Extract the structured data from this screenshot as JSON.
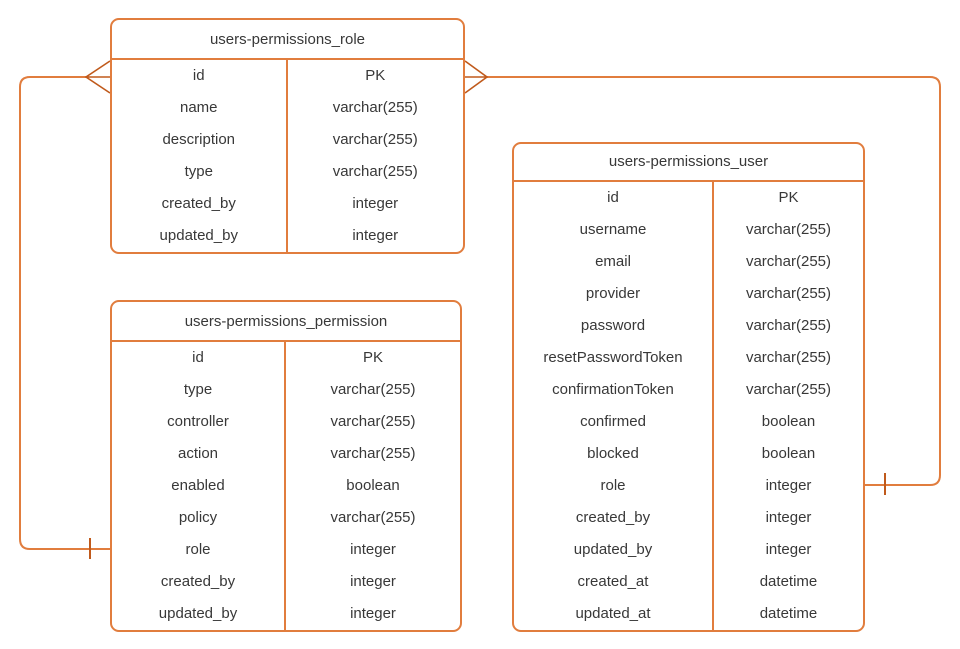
{
  "diagram": {
    "colors": {
      "line": "#e17d3e",
      "cardinality_glyph": "#c05a1c",
      "text": "#383838",
      "background": "#ffffff"
    },
    "tables": [
      {
        "id": "role",
        "title": "users-permissions_role",
        "rows": [
          [
            "id",
            "PK"
          ],
          [
            "name",
            "varchar(255)"
          ],
          [
            "description",
            "varchar(255)"
          ],
          [
            "type",
            "varchar(255)"
          ],
          [
            "created_by",
            "integer"
          ],
          [
            "updated_by",
            "integer"
          ]
        ]
      },
      {
        "id": "permission",
        "title": "users-permissions_permission",
        "rows": [
          [
            "id",
            "PK"
          ],
          [
            "type",
            "varchar(255)"
          ],
          [
            "controller",
            "varchar(255)"
          ],
          [
            "action",
            "varchar(255)"
          ],
          [
            "enabled",
            "boolean"
          ],
          [
            "policy",
            "varchar(255)"
          ],
          [
            "role",
            "integer"
          ],
          [
            "created_by",
            "integer"
          ],
          [
            "updated_by",
            "integer"
          ]
        ]
      },
      {
        "id": "user",
        "title": "users-permissions_user",
        "rows": [
          [
            "id",
            "PK"
          ],
          [
            "username",
            "varchar(255)"
          ],
          [
            "email",
            "varchar(255)"
          ],
          [
            "provider",
            "varchar(255)"
          ],
          [
            "password",
            "varchar(255)"
          ],
          [
            "resetPasswordToken",
            "varchar(255)"
          ],
          [
            "confirmationToken",
            "varchar(255)"
          ],
          [
            "confirmed",
            "boolean"
          ],
          [
            "blocked",
            "boolean"
          ],
          [
            "role",
            "integer"
          ],
          [
            "created_by",
            "integer"
          ],
          [
            "updated_by",
            "integer"
          ],
          [
            "created_at",
            "datetime"
          ],
          [
            "updated_at",
            "datetime"
          ]
        ]
      }
    ],
    "relationships": [
      {
        "from": "users-permissions_role.id",
        "to": "users-permissions_permission.role",
        "from_cardinality": "many",
        "to_cardinality": "one"
      },
      {
        "from": "users-permissions_role.id",
        "to": "users-permissions_user.role",
        "from_cardinality": "many",
        "to_cardinality": "one"
      }
    ]
  }
}
